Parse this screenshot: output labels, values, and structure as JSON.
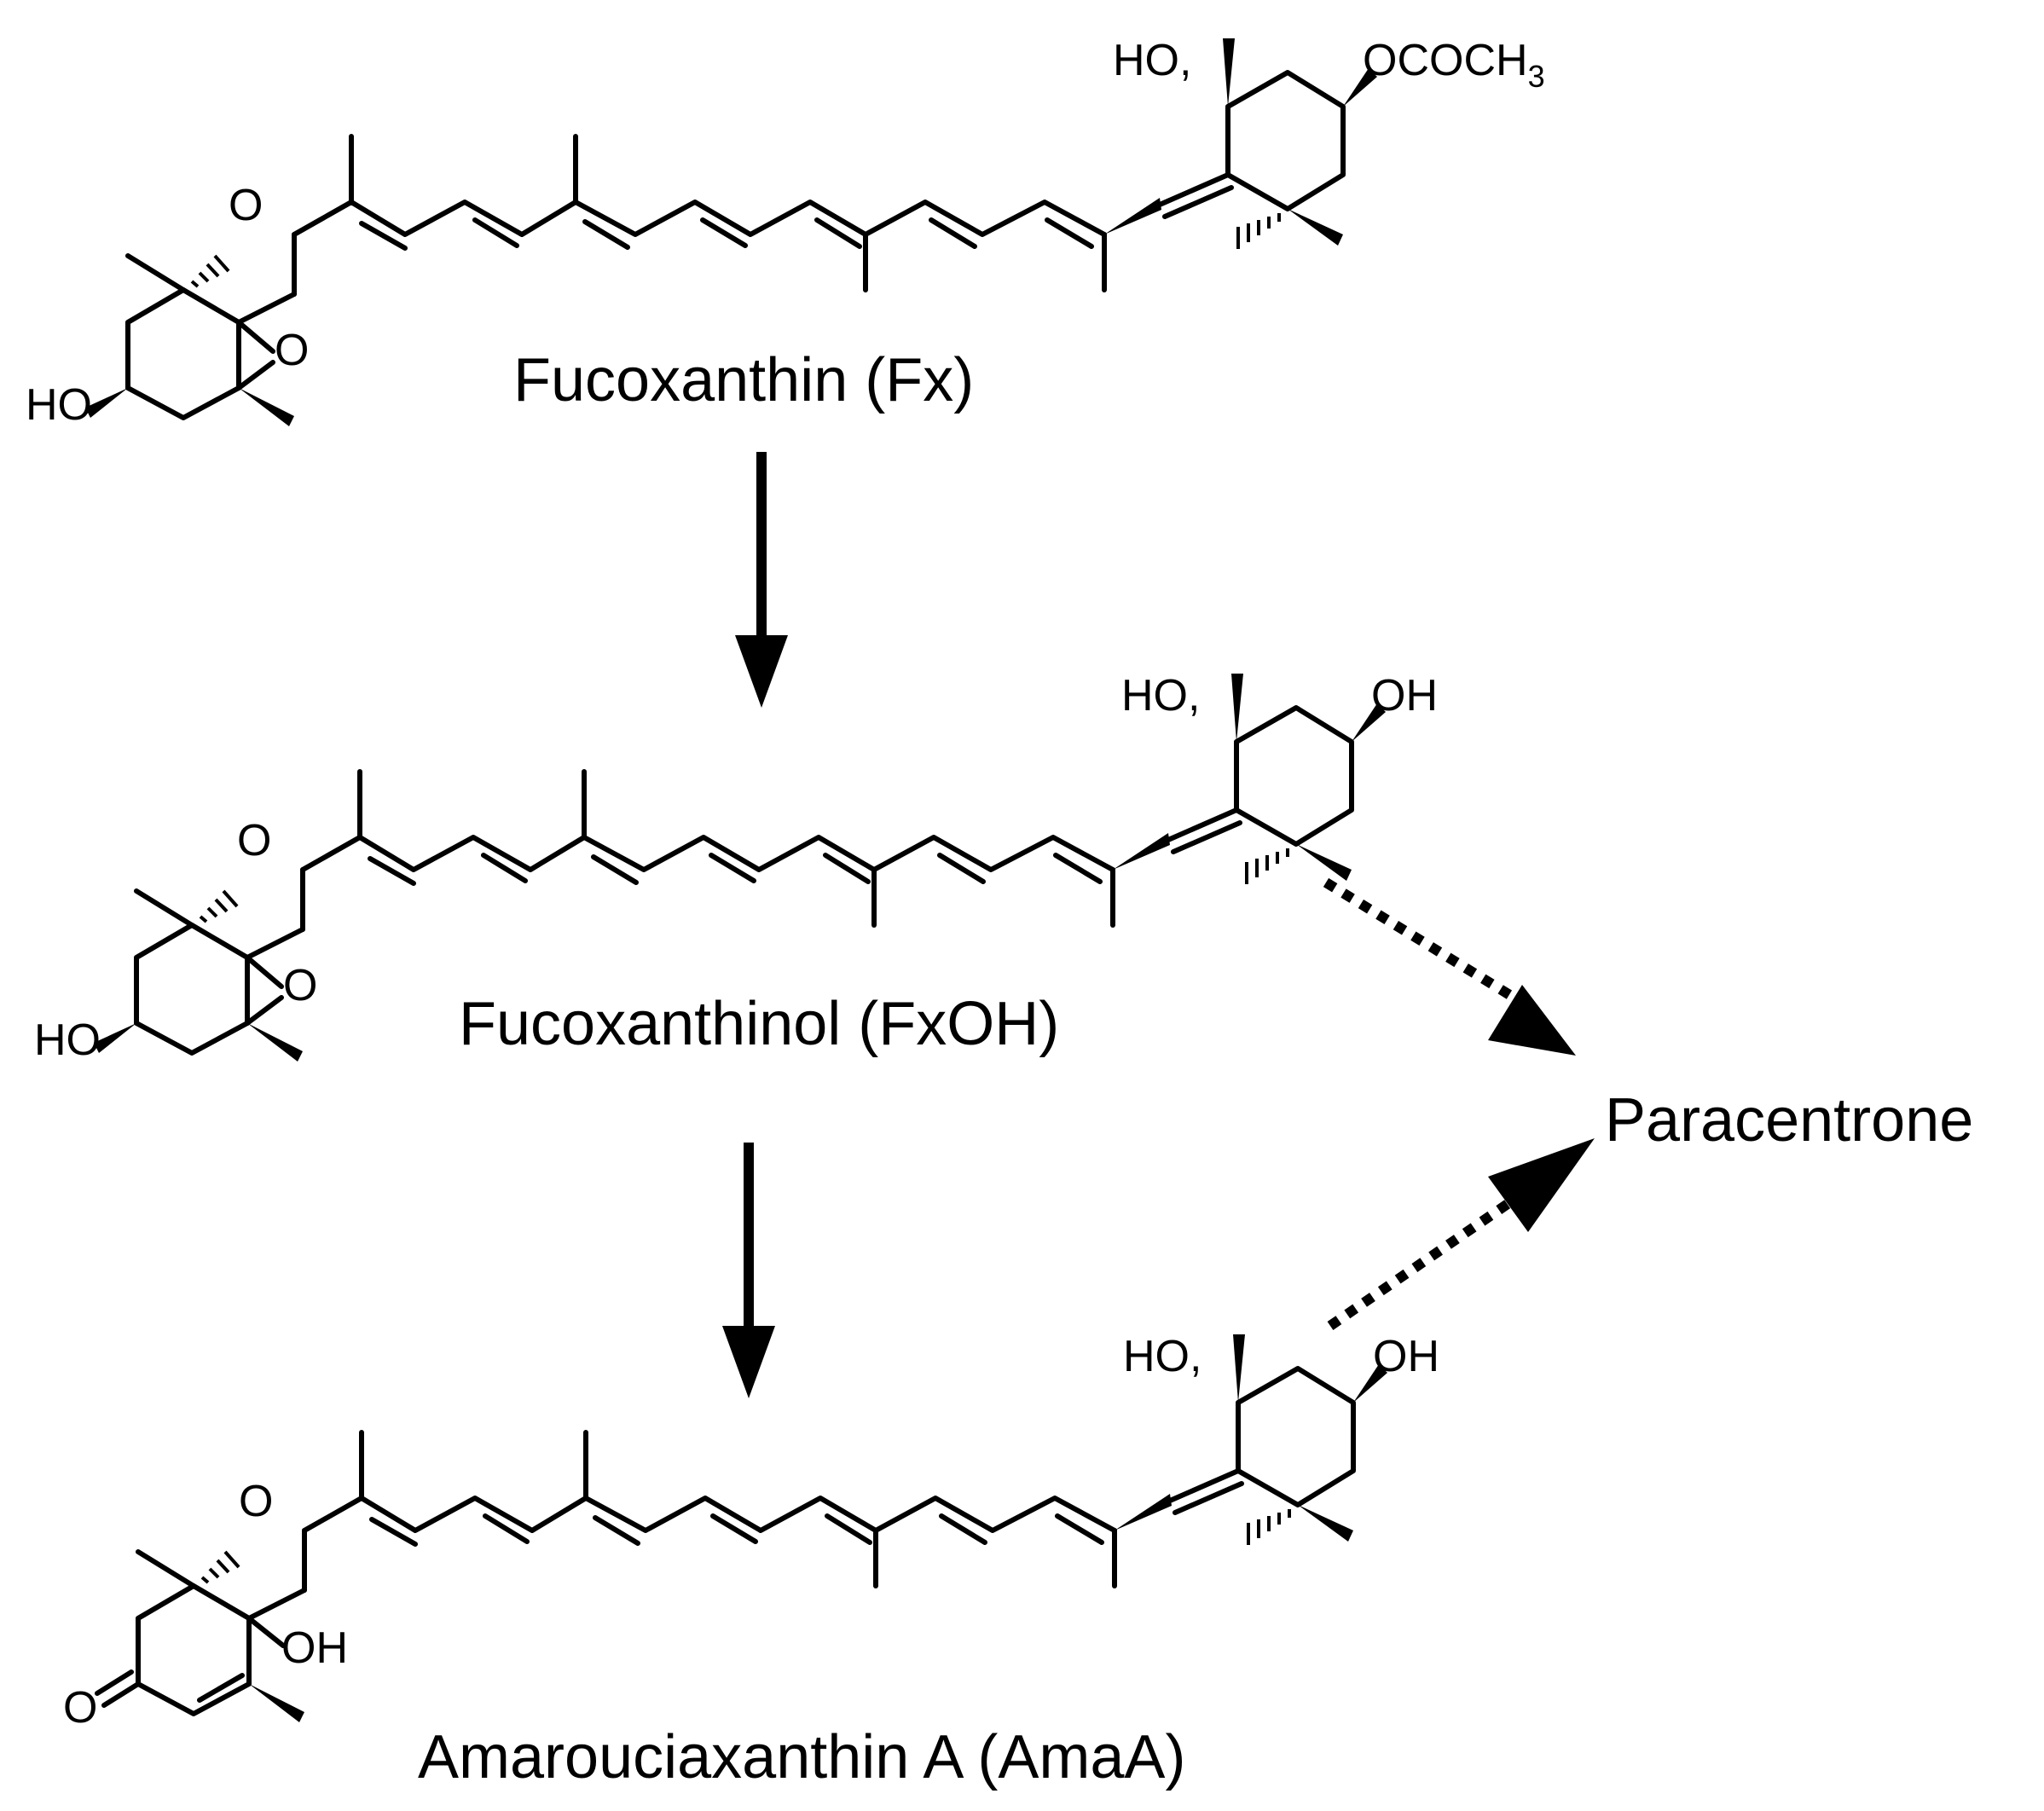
{
  "compounds": [
    {
      "id": "fx",
      "name": "Fucoxanthin (Fx)",
      "left_ring": {
        "hydroxyl": "HO",
        "ketone_o": "O",
        "epoxide_o": "O"
      },
      "right_ring": {
        "hydroxyl": "HO,",
        "ester_main": "OCOCH",
        "ester_sub": "3"
      }
    },
    {
      "id": "fxoh",
      "name": "Fucoxanthinol (FxOH)",
      "left_ring": {
        "hydroxyl": "HO",
        "ketone_o": "O",
        "epoxide_o": "O"
      },
      "right_ring": {
        "hydroxyl": "HO,",
        "hydroxyl2": "OH"
      }
    },
    {
      "id": "amaa",
      "name": "Amarouciaxanthin A (AmaA)",
      "left_ring": {
        "ring_ketone_o": "O",
        "ketone_o": "O",
        "hydroxyl": "OH"
      },
      "right_ring": {
        "hydroxyl": "HO,",
        "hydroxyl2": "OH"
      }
    }
  ],
  "product": {
    "name": "Paracentrone"
  },
  "arrows": [
    {
      "from": "Fucoxanthin (Fx)",
      "to": "Fucoxanthinol (FxOH)",
      "style": "solid"
    },
    {
      "from": "Fucoxanthinol (FxOH)",
      "to": "Amarouciaxanthin A (AmaA)",
      "style": "solid"
    },
    {
      "from": "Fucoxanthinol (FxOH)",
      "to": "Paracentrone",
      "style": "dotted"
    },
    {
      "from": "Amarouciaxanthin A (AmaA)",
      "to": "Paracentrone",
      "style": "dotted"
    }
  ],
  "colors": {
    "ink": "#000000",
    "background": "#ffffff"
  }
}
